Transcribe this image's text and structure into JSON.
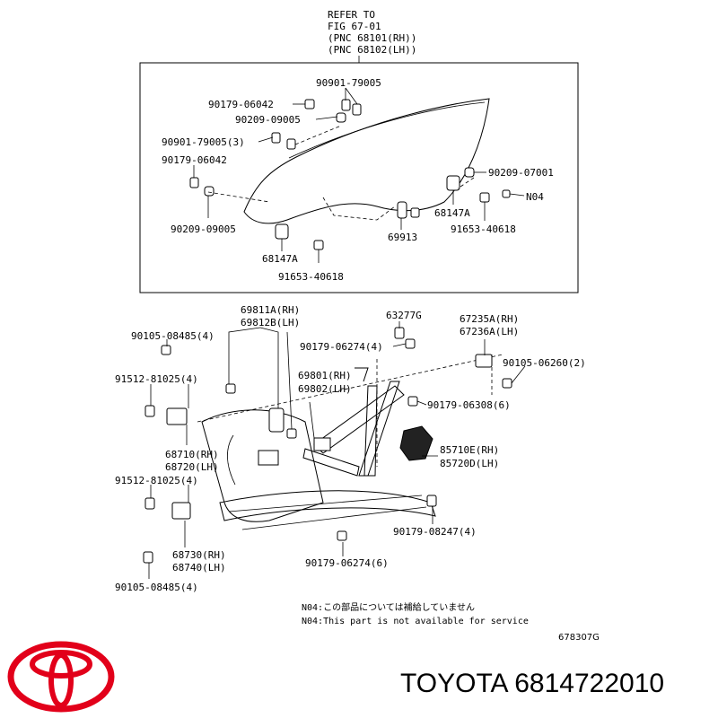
{
  "colors": {
    "ink": "#000000",
    "brand_red": "#e2001a",
    "background": "#ffffff"
  },
  "refer": [
    "REFER TO",
    "FIG 67-01",
    "(PNC 68101(RH))",
    "(PNC 68102(LH))"
  ],
  "upper_labels": {
    "l1": "90901-79005",
    "l2": "90179-06042",
    "l3": "90209-09005",
    "l4": "90901-79005(3)",
    "l5": "90179-06042",
    "l6": "90209-07001",
    "l7": "N04",
    "l8": "68147A",
    "l9": "91653-40618",
    "l10": "69913",
    "l11": "90209-09005",
    "l12": "68147A",
    "l13": "91653-40618"
  },
  "lower_labels": {
    "a1": "69811A(RH)",
    "a2": "69812B(LH)",
    "a3": "63277G",
    "a4": "67235A(RH)",
    "a5": "67236A(LH)",
    "a6": "90105-08485(4)",
    "a7": "90179-06274(4)",
    "a8": "90105-06260(2)",
    "a9": "91512-81025(4)",
    "a10": "69801(RH)",
    "a11": "69802(LH)",
    "a12": "90179-06308(6)",
    "a13": "68710(RH)",
    "a14": "68720(LH)",
    "a15": "85710E(RH)",
    "a16": "85720D(LH)",
    "a17": "91512-81025(4)",
    "a18": "90179-08247(4)",
    "a19": "68730(RH)",
    "a20": "68740(LH)",
    "a21": "90179-06274(6)",
    "a22": "90105-08485(4)"
  },
  "notes": {
    "jp": "N04:この部品については補給していません",
    "en": "N04:This part is not available for service"
  },
  "figure_code": "678307G",
  "brand_caption": "TOYOTA 6814722010"
}
